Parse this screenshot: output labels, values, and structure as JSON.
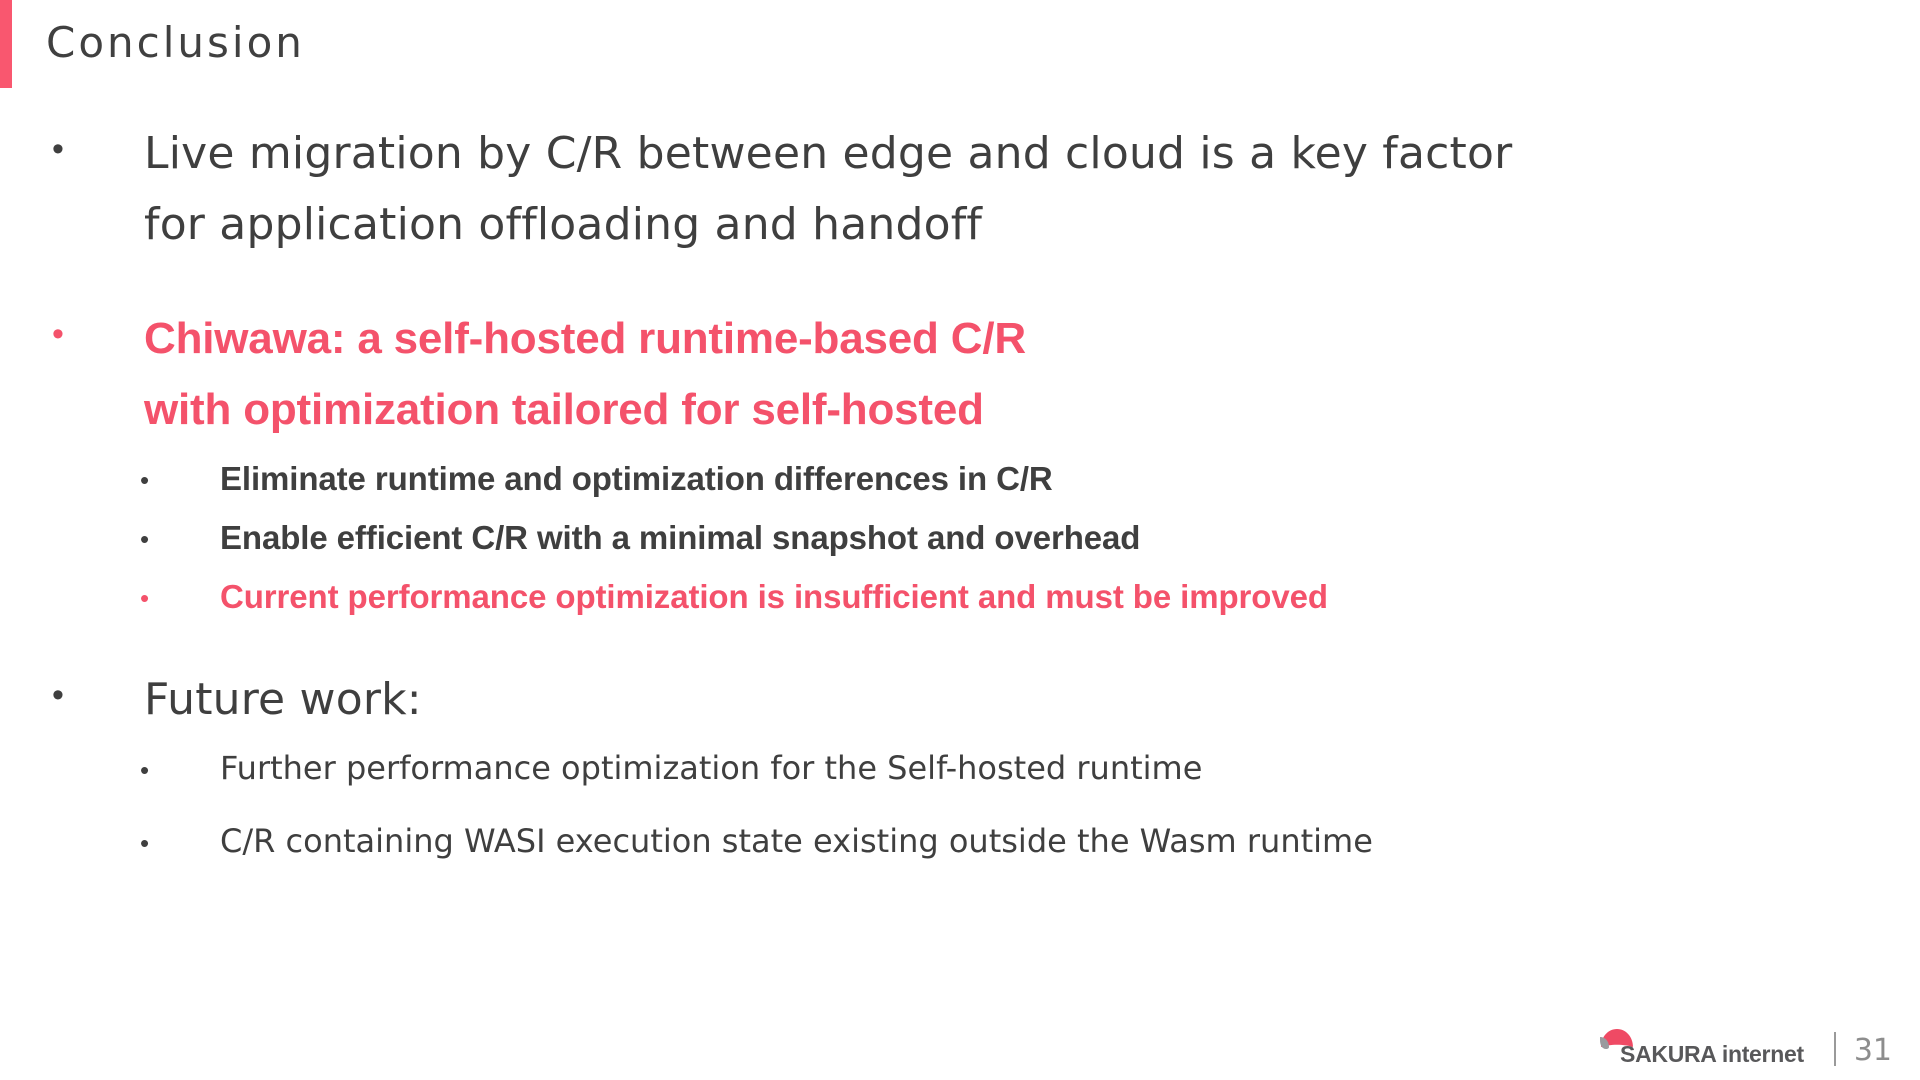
{
  "slide": {
    "title": "Conclusion",
    "accent_color": "#f4526b",
    "title_bar_color": "#f9576f",
    "body_color": "#3f3f3f",
    "background": "#ffffff"
  },
  "bullets": [
    {
      "level": 1,
      "marker": "•",
      "style": "normal",
      "lines": [
        "Live migration by C/R between edge and cloud is a key factor",
        "for application offloading and handoff"
      ]
    },
    {
      "level": 1,
      "marker": "•",
      "style": "accent-bold",
      "lines": [
        "Chiwawa: a self-hosted runtime-based C/R",
        "with optimization tailored for self-hosted"
      ]
    },
    {
      "level": 2,
      "marker": "•",
      "style": "bold",
      "lines": [
        "Eliminate runtime and optimization differences in C/R"
      ]
    },
    {
      "level": 2,
      "marker": "•",
      "style": "bold",
      "lines": [
        "Enable efficient C/R with a minimal snapshot and overhead"
      ]
    },
    {
      "level": 2,
      "marker": "•",
      "style": "accent-bold",
      "lines": [
        "Current performance optimization is insufficient and must be improved"
      ]
    },
    {
      "level": 1,
      "marker": "•",
      "style": "normal",
      "lines": [
        "Future work:"
      ]
    },
    {
      "level": 2,
      "marker": "•",
      "style": "normal",
      "lines": [
        "Further performance optimization for the Self-hosted runtime"
      ]
    },
    {
      "level": 2,
      "marker": "•",
      "style": "normal",
      "lines": [
        "C/R containing WASI execution state existing outside the Wasm runtime"
      ]
    }
  ],
  "footer": {
    "brand_name": "SAKURA internet",
    "page_number": "31",
    "logo_petal_color": "#ef4a64",
    "logo_leaf_color": "#9a9a9e",
    "brand_text_color": "#58585a"
  }
}
